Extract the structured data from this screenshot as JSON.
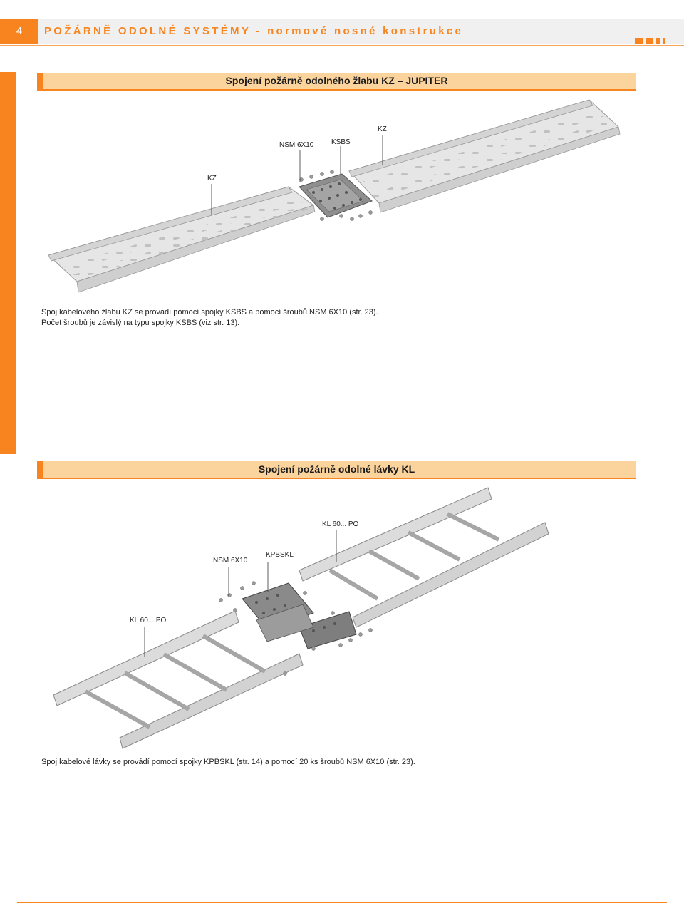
{
  "header": {
    "page_number": "4",
    "title": "POŽÁRNĚ ODOLNÉ SYSTÉMY - normové nosné konstrukce"
  },
  "section1": {
    "title": "Spojení požárně odolného žlabu KZ – JUPITER",
    "labels": {
      "nsm": "NSM 6X10",
      "ksbs": "KSBS",
      "kz_right": "KZ",
      "kz_left": "KZ"
    },
    "text_line1": "Spoj kabelového žlabu KZ se provádí pomocí spojky KSBS a pomocí šroubů NSM 6X10 (str. 23).",
    "text_line2": "Počet šroubů je závislý na typu spojky KSBS (viz str. 13)."
  },
  "section2": {
    "title": "Spojení požárně odolné lávky KL",
    "labels": {
      "kl_right": "KL 60... PO",
      "nsm": "NSM 6X10",
      "kpbskl": "KPBSKL",
      "kl_left": "KL 60... PO"
    },
    "text": "Spoj kabelové lávky se provádí pomocí spojky KPBSKL (str. 14) a pomocí 20 ks šroubů NSM 6X10 (str. 23)."
  },
  "colors": {
    "accent": "#f7841f",
    "title_band": "#fbd39d",
    "metal_light": "#e4e4e4",
    "metal_dark": "#8e8e8e"
  }
}
